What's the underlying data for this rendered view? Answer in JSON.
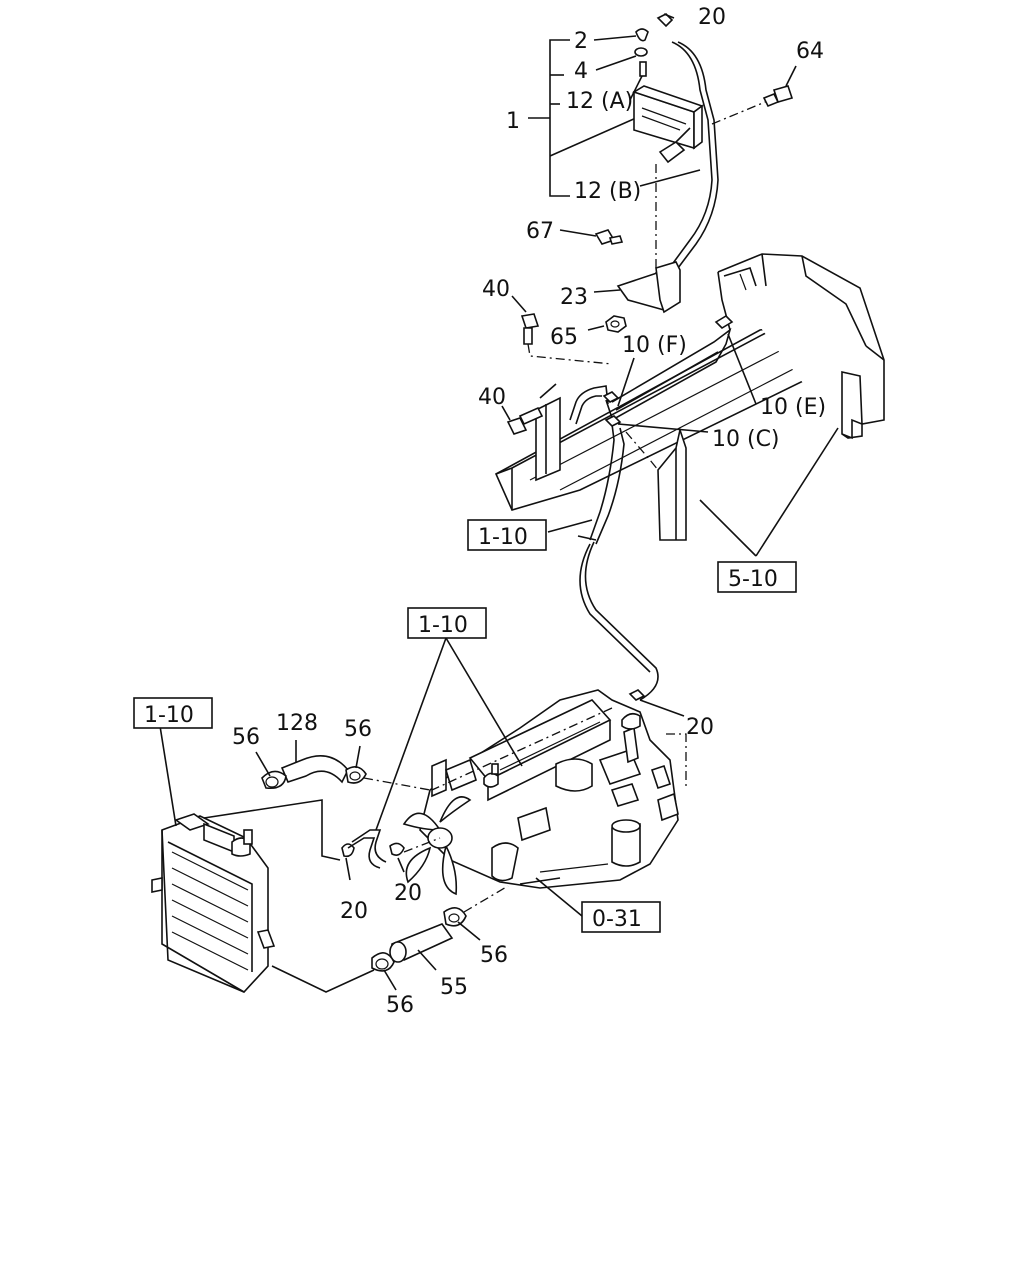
{
  "diagram": {
    "callouts": {
      "c1": "1",
      "c2": "2",
      "c4": "4",
      "c12a": "12 (A)",
      "c12b": "12 (B)",
      "c20_top": "20",
      "c64": "64",
      "c67": "67",
      "c23": "23",
      "c40_a": "40",
      "c65": "65",
      "c10f": "10 (F)",
      "c40_b": "40",
      "c10e": "10 (E)",
      "c10c": "10 (C)",
      "c20_mid": "20",
      "c56_a": "56",
      "c128": "128",
      "c56_b": "56",
      "c20_l": "20",
      "c20_r": "20",
      "c56_c": "56",
      "c55": "55",
      "c56_d": "56"
    },
    "refs": {
      "r_1_10_a": "1-10",
      "r_5_10": "5-10",
      "r_1_10_b": "1-10",
      "r_1_10_c": "1-10",
      "r_0_31": "0-31"
    }
  }
}
